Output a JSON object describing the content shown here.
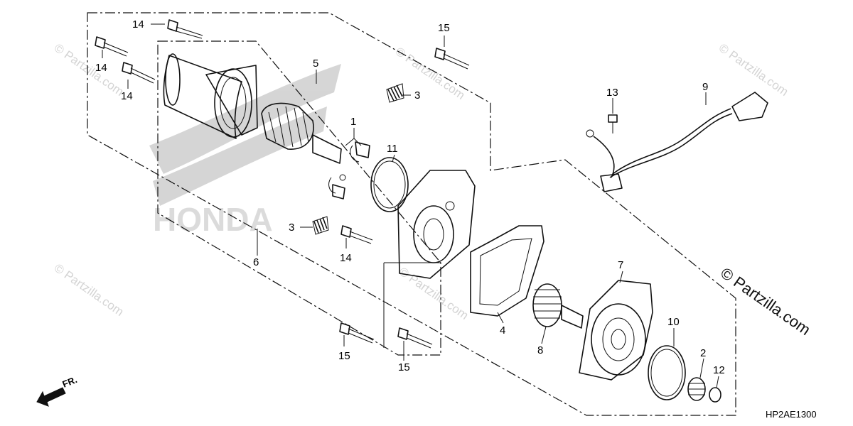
{
  "callouts": {
    "c1": "1",
    "c2": "2",
    "c3a": "3",
    "c3b": "3",
    "c4": "4",
    "c5": "5",
    "c6": "6",
    "c7": "7",
    "c8": "8",
    "c9": "9",
    "c10": "10",
    "c11": "11",
    "c12": "12",
    "c13": "13",
    "c14a": "14",
    "c14b": "14",
    "c14c": "14",
    "c14d": "14",
    "c15a": "15",
    "c15b": "15",
    "c15c": "15"
  },
  "watermark": {
    "copyright_large": "© Partzilla.com",
    "copyright_small": "© Partzilla.com"
  },
  "figure_code": "HP2AE1300",
  "direction_label": "FR.",
  "colors": {
    "line": "#111111",
    "watermark": "#d4d4d4",
    "background": "#ffffff"
  }
}
